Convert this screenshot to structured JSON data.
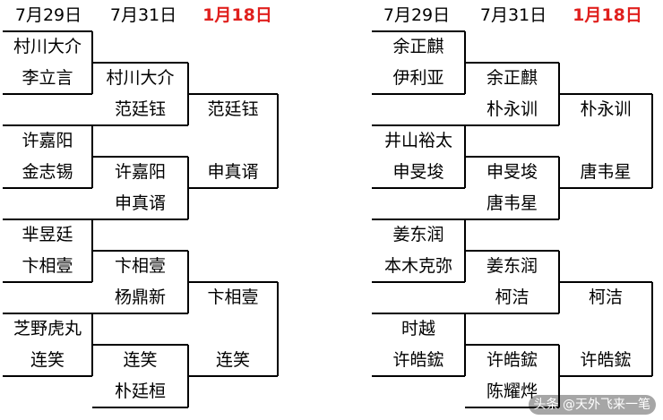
{
  "watermark": "头条 @天外飞来一笔",
  "brackets": [
    {
      "headers": [
        "7月29日",
        "7月31日",
        "1月18日"
      ],
      "round1": [
        [
          "村川大介",
          "李立言"
        ],
        [
          "许嘉阳",
          "金志锡"
        ],
        [
          "芈昱廷",
          "卞相壹"
        ],
        [
          "芝野虎丸",
          "连笑"
        ]
      ],
      "round2": [
        [
          "村川大介",
          "范廷钰"
        ],
        [
          "许嘉阳",
          "申真谞"
        ],
        [
          "卞相壹",
          "杨鼎新"
        ],
        [
          "连笑",
          "朴廷桓"
        ]
      ],
      "round3": [
        [
          "范廷钰",
          "申真谞"
        ],
        [
          "卞相壹",
          "连笑"
        ]
      ]
    },
    {
      "headers": [
        "7月29日",
        "7月31日",
        "1月18日"
      ],
      "round1": [
        [
          "余正麒",
          "伊利亚"
        ],
        [
          "井山裕太",
          "申旻埈"
        ],
        [
          "姜东润",
          "本木克弥"
        ],
        [
          "时越",
          "许皓鋐"
        ]
      ],
      "round2": [
        [
          "余正麒",
          "朴永训"
        ],
        [
          "申旻埈",
          "唐韦星"
        ],
        [
          "姜东润",
          "柯洁"
        ],
        [
          "许皓鋐",
          "陈耀烨"
        ]
      ],
      "round3": [
        [
          "朴永训",
          "唐韦星"
        ],
        [
          "柯洁",
          "许皓鋐"
        ]
      ]
    }
  ]
}
